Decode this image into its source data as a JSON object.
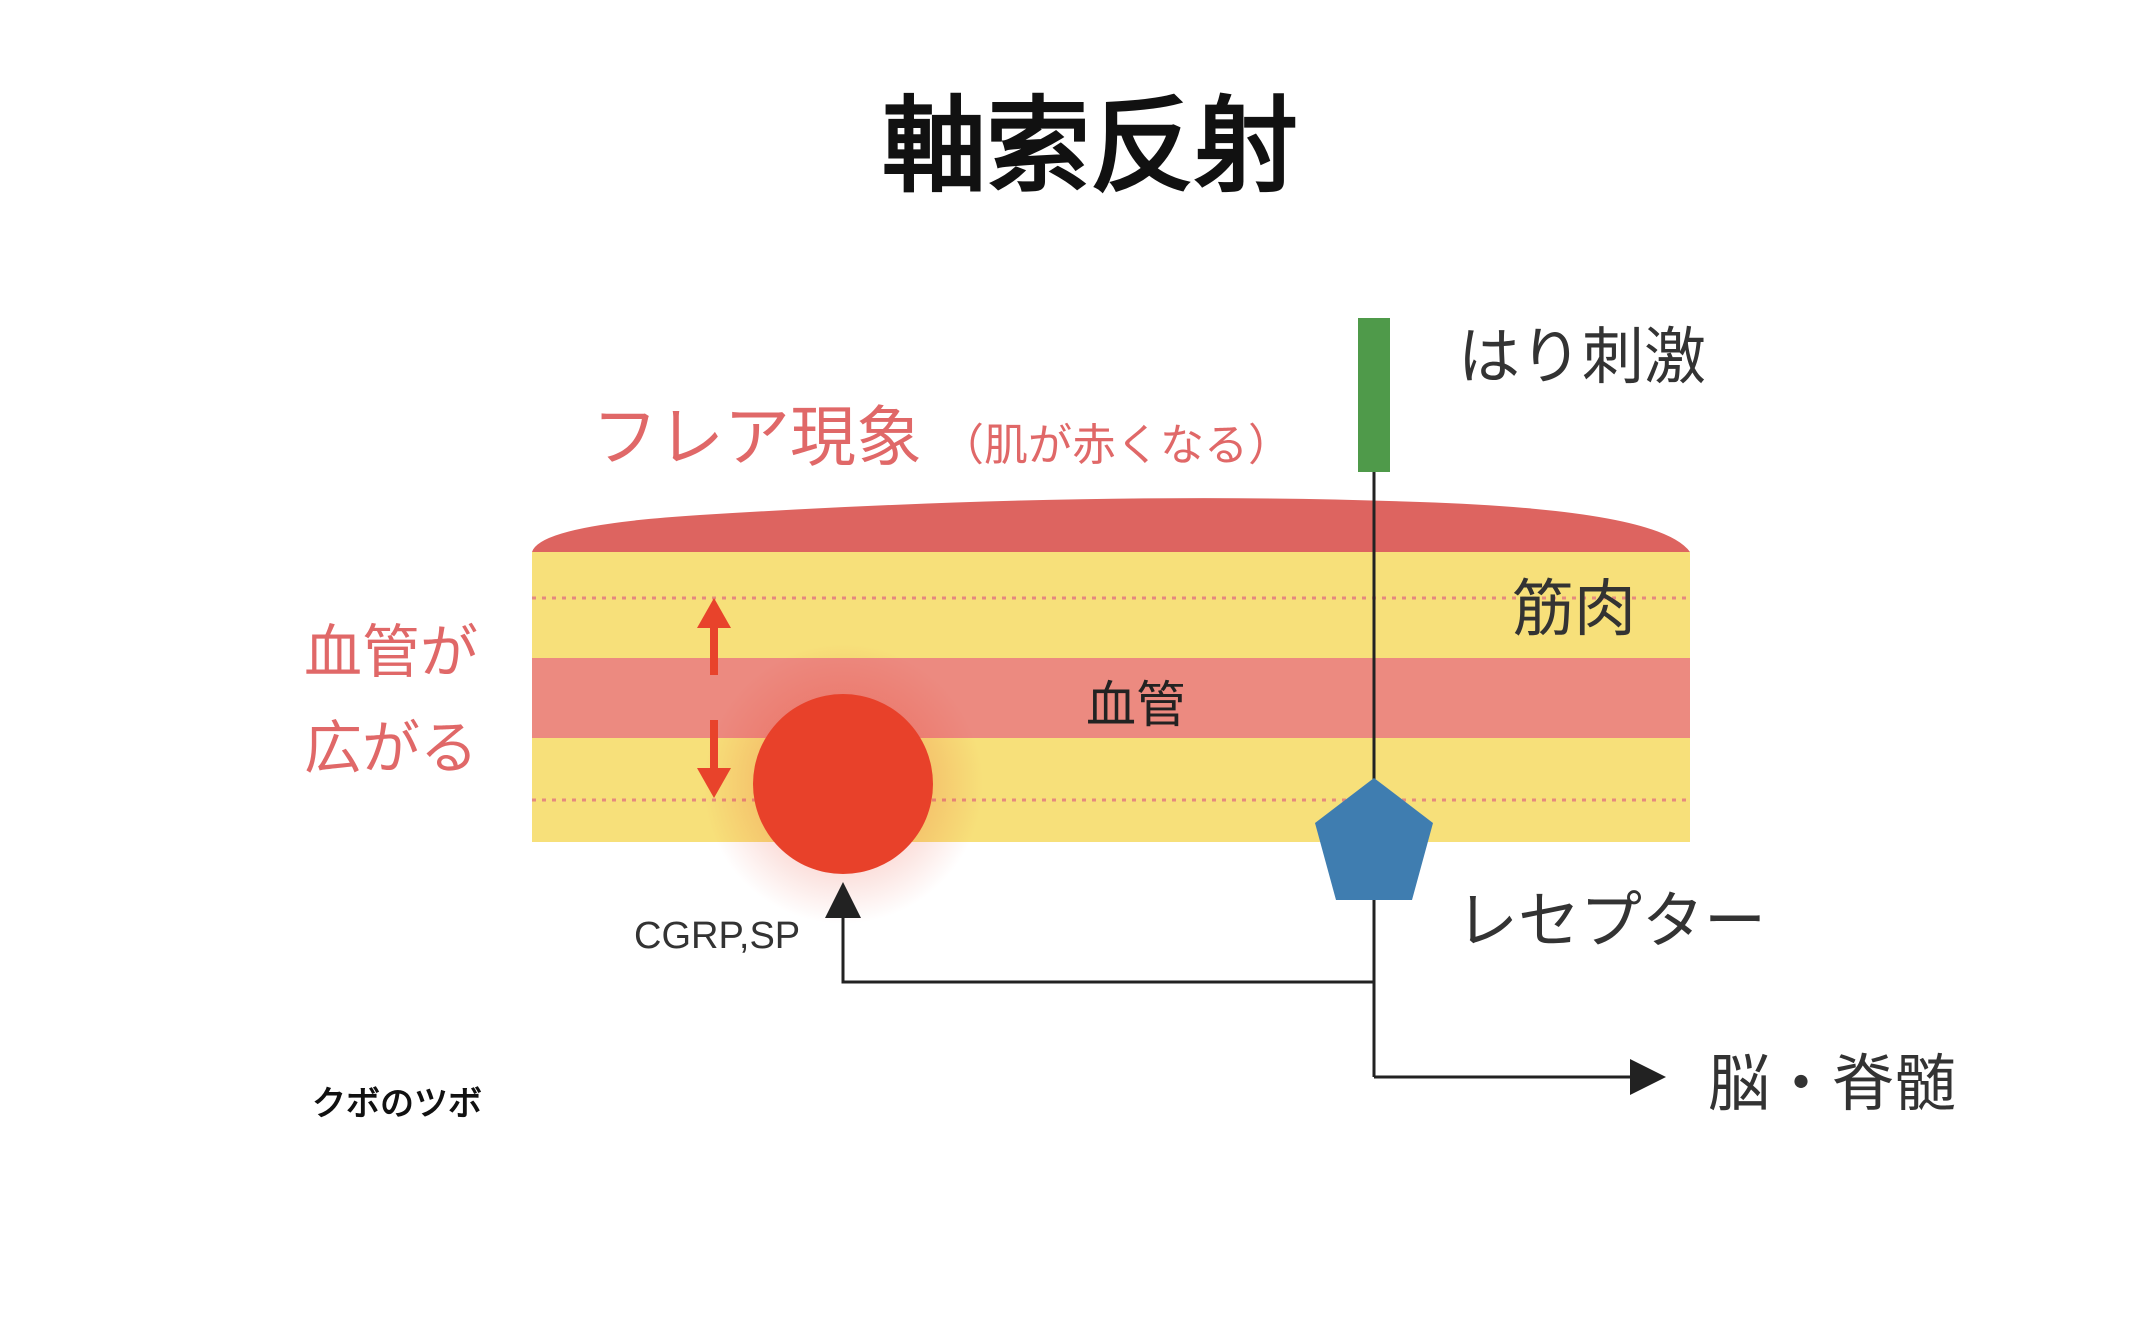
{
  "title": "軸索反射",
  "labels": {
    "needle_stimulus": "はり刺激",
    "flare": "フレア現象",
    "flare_note": "（肌が赤くなる）",
    "muscle": "筋肉",
    "vessel": "血管",
    "vessel_dilate_line1": "血管が",
    "vessel_dilate_line2": "広がる",
    "cgrp": "CGRP,SP",
    "receptor": "レセプター",
    "brain": "脳・脊髄",
    "credit": "クボのツボ"
  },
  "colors": {
    "skin_red": "#dd6460",
    "muscle_yellow": "#f7e07a",
    "vessel_pink": "#ec8a80",
    "needle_green": "#4f9a4a",
    "receptor_blue": "#3f7db0",
    "release_red": "#e8412a",
    "arrow_red": "#e8432b",
    "line_dark": "#222222"
  }
}
